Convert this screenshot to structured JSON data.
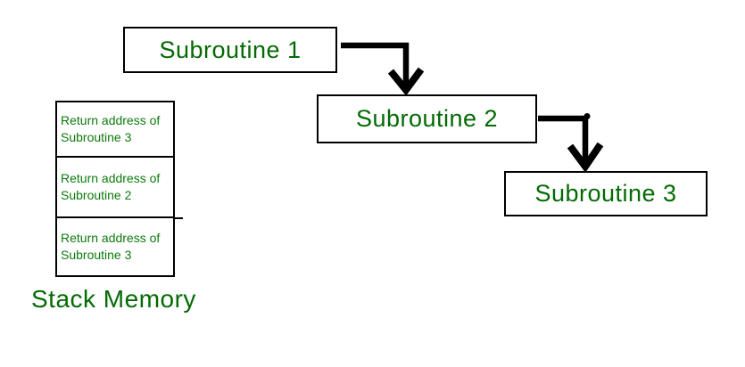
{
  "diagram": {
    "boxes": {
      "box1": {
        "label": "Subroutine 1"
      },
      "box2": {
        "label": "Subroutine 2"
      },
      "box3": {
        "label": "Subroutine 3"
      }
    },
    "arrows": {
      "arrow1": "elbow-down-arrow-icon",
      "arrow2": "elbow-down-arrow-icon"
    },
    "stack": {
      "cells": [
        {
          "text": "Return address of Subroutine 3"
        },
        {
          "text": "Return address of Subroutine 2"
        },
        {
          "text": "Return address of Subroutine 3"
        }
      ],
      "caption": "Stack Memory"
    },
    "colors": {
      "heading_green": "#046a04",
      "table_text_green": "#0c7a0c",
      "line_black": "#000000",
      "background": "#ffffff"
    }
  }
}
